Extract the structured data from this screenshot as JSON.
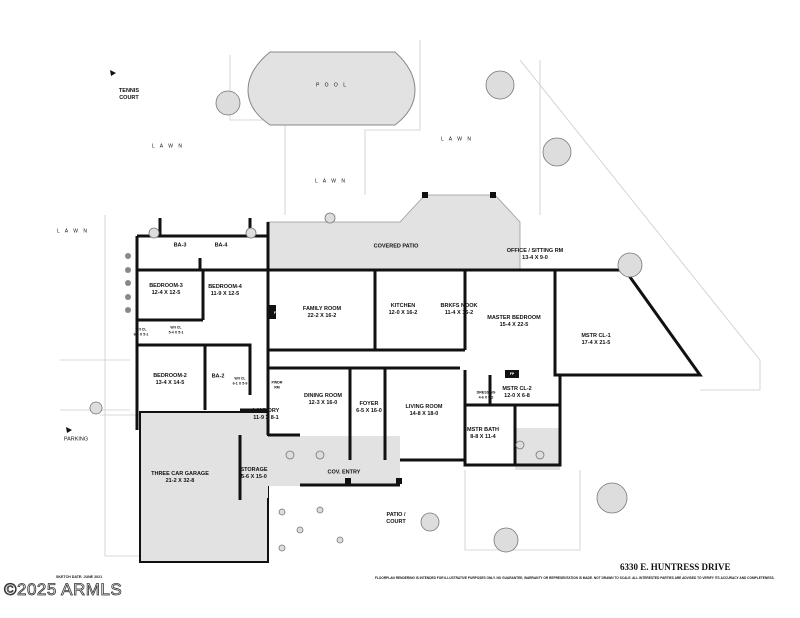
{
  "site": {
    "tennis_court": [
      "TENNIS",
      "COURT"
    ],
    "pool": "P O O L",
    "lawns": [
      "L A W N",
      "L A W N",
      "L A W N",
      "L A W N"
    ],
    "parking": "PARKING",
    "patio_court": [
      "PATIO /",
      "COURT"
    ],
    "covered_patio": "COVERED PATIO",
    "cov_entry": "COV. ENTRY"
  },
  "rooms": [
    {
      "name": "OFFICE / SITTING RM",
      "dims": "13-4 X 9-0"
    },
    {
      "name": "BA-3",
      "dims": ""
    },
    {
      "name": "BA-4",
      "dims": ""
    },
    {
      "name": "BEDROOM-3",
      "dims": "12-4 X 12-5"
    },
    {
      "name": "BEDROOM-4",
      "dims": "11-9 X 12-5"
    },
    {
      "name": "FAMILY ROOM",
      "dims": "22-2 X 16-2"
    },
    {
      "name": "KITCHEN",
      "dims": "12-0 X 16-2"
    },
    {
      "name": "BRKFS NOOK",
      "dims": "11-4 X 16-2"
    },
    {
      "name": "MASTER BEDROOM",
      "dims": "15-4 X 22-5"
    },
    {
      "name": "MSTR CL-1",
      "dims": "17-4 X 21-5"
    },
    {
      "name": "W/I CL",
      "dims": "6-0 X 5-1"
    },
    {
      "name": "W/I CL",
      "dims": "5-4 X 5-1"
    },
    {
      "name": "BEDROOM-2",
      "dims": "13-4 X 14-5"
    },
    {
      "name": "BA-2",
      "dims": ""
    },
    {
      "name": "W/I CL",
      "dims": "6-1 X 5-9"
    },
    {
      "name": "PWDR",
      "dims": "RM"
    },
    {
      "name": "DINING ROOM",
      "dims": "12-3 X 16-0"
    },
    {
      "name": "FOYER",
      "dims": "6-5 X 16-0"
    },
    {
      "name": "LIVING ROOM",
      "dims": "14-8 X 18-0"
    },
    {
      "name": "DRESSING",
      "dims": "4-6 X 5-2"
    },
    {
      "name": "MSTR CL-2",
      "dims": "12-0 X 6-8"
    },
    {
      "name": "LAUNDRY",
      "dims": "11-9 X 8-1"
    },
    {
      "name": "MSTR BATH",
      "dims": "8-8 X 11-4"
    },
    {
      "name": "STORAGE",
      "dims": "5-6 X 15-0"
    },
    {
      "name": "THREE CAR GARAGE",
      "dims": "21-2 X 32-8"
    }
  ],
  "fireplace": "FP",
  "footer": {
    "address": "6330 E. HUNTRESS DRIVE",
    "disclaimer": "FLOORPLAN RENDERING IS INTENDED FOR ILLUSTRATIVE PURPOSES ONLY.  NO GUARANTEE, WARRANTY OR REPRESENTATION IS MADE.  NOT DRAWN TO SCALE.  ALL INTERESTED PARTIES ARE ADVISED TO VERIFY ITS ACCURACY AND COMPLETENESS.",
    "sketch_date": "SKETCH DATE:  JUNE 2021",
    "watermark": "©2025 ARMLS"
  },
  "colors": {
    "wall": "#111111",
    "paved": "#e2e2e2",
    "line": "#cccccc"
  }
}
